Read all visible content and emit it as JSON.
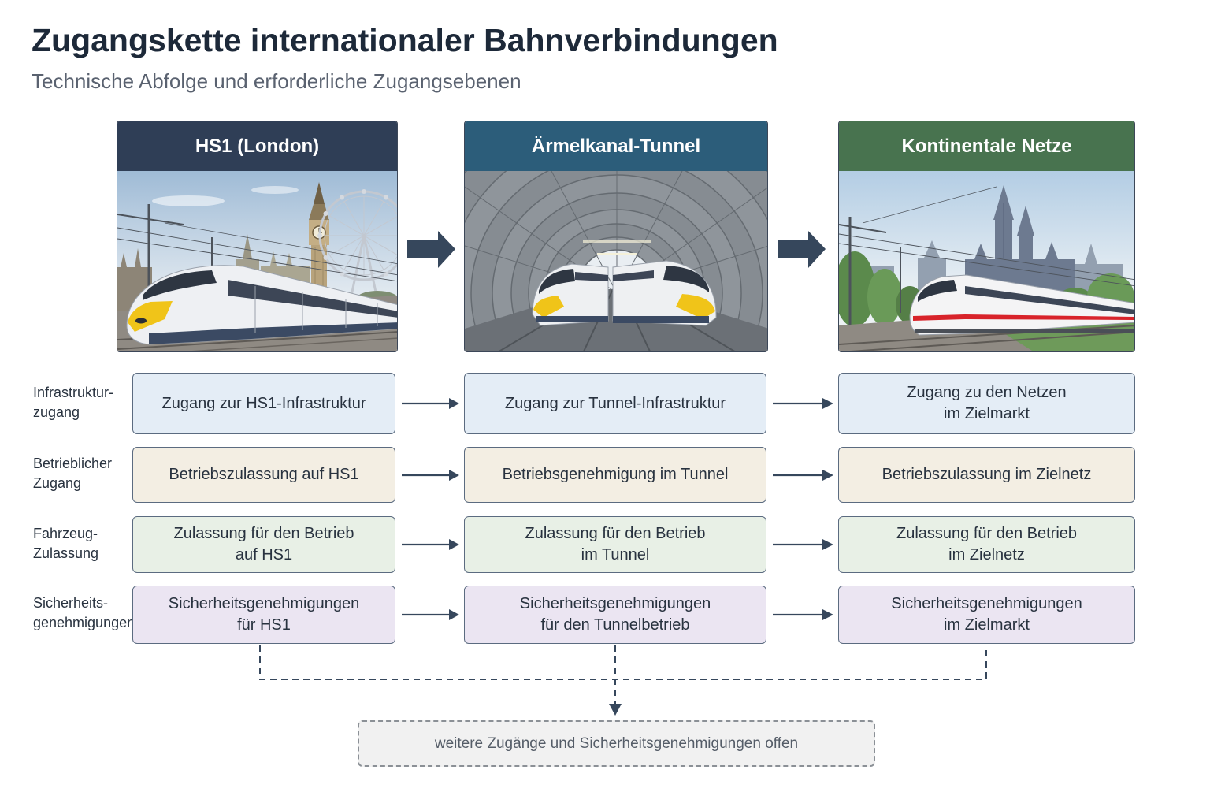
{
  "header": {
    "title": "Zugangskette internationaler Bahnverbindungen",
    "subtitle": "Technische Abfolge und erforderliche Zugangsebenen"
  },
  "columns": [
    {
      "title": "HS1 (London)",
      "header_color": "#2f3e56"
    },
    {
      "title": "Ärmelkanal-Tunnel",
      "header_color": "#2c5d7a"
    },
    {
      "title": "Kontinentale Netze",
      "header_color": "#48734f"
    }
  ],
  "rows": [
    {
      "label": [
        "Infrastruktur-",
        "zugang"
      ],
      "fill_color": "#e4edf6",
      "cells": [
        [
          "Zugang zur HS1-Infrastruktur"
        ],
        [
          "Zugang zur Tunnel-Infrastruktur"
        ],
        [
          "Zugang zu den Netzen",
          "im Zielmarkt"
        ]
      ]
    },
    {
      "label": [
        "Betrieblicher",
        "Zugang"
      ],
      "fill_color": "#f3eee3",
      "cells": [
        [
          "Betriebszulassung auf HS1"
        ],
        [
          "Betriebsgenehmigung im Tunnel"
        ],
        [
          "Betriebszulassung im Zielnetz"
        ]
      ]
    },
    {
      "label": [
        "Fahrzeug-",
        "Zulassung"
      ],
      "fill_color": "#e8f0e6",
      "cells": [
        [
          "Zulassung für den Betrieb",
          "auf HS1"
        ],
        [
          "Zulassung für den Betrieb",
          "im Tunnel"
        ],
        [
          "Zulassung für den Betrieb",
          "im Zielnetz"
        ]
      ]
    },
    {
      "label": [
        "Sicherheits-",
        "genehmigungen"
      ],
      "fill_color": "#ebe5f2",
      "cells": [
        [
          "Sicherheitsgenehmigungen",
          "für HS1"
        ],
        [
          "Sicherheitsgenehmigungen",
          "für den Tunnelbetrieb"
        ],
        [
          "Sicherheitsgenehmigungen",
          "im Zielmarkt"
        ]
      ]
    }
  ],
  "footer": {
    "note": "weitere Zugänge und Sicherheitsgenehmigungen offen"
  },
  "colors": {
    "title": "#1d2939",
    "arrow": "#36475c",
    "box_border": "#5b6b80"
  }
}
